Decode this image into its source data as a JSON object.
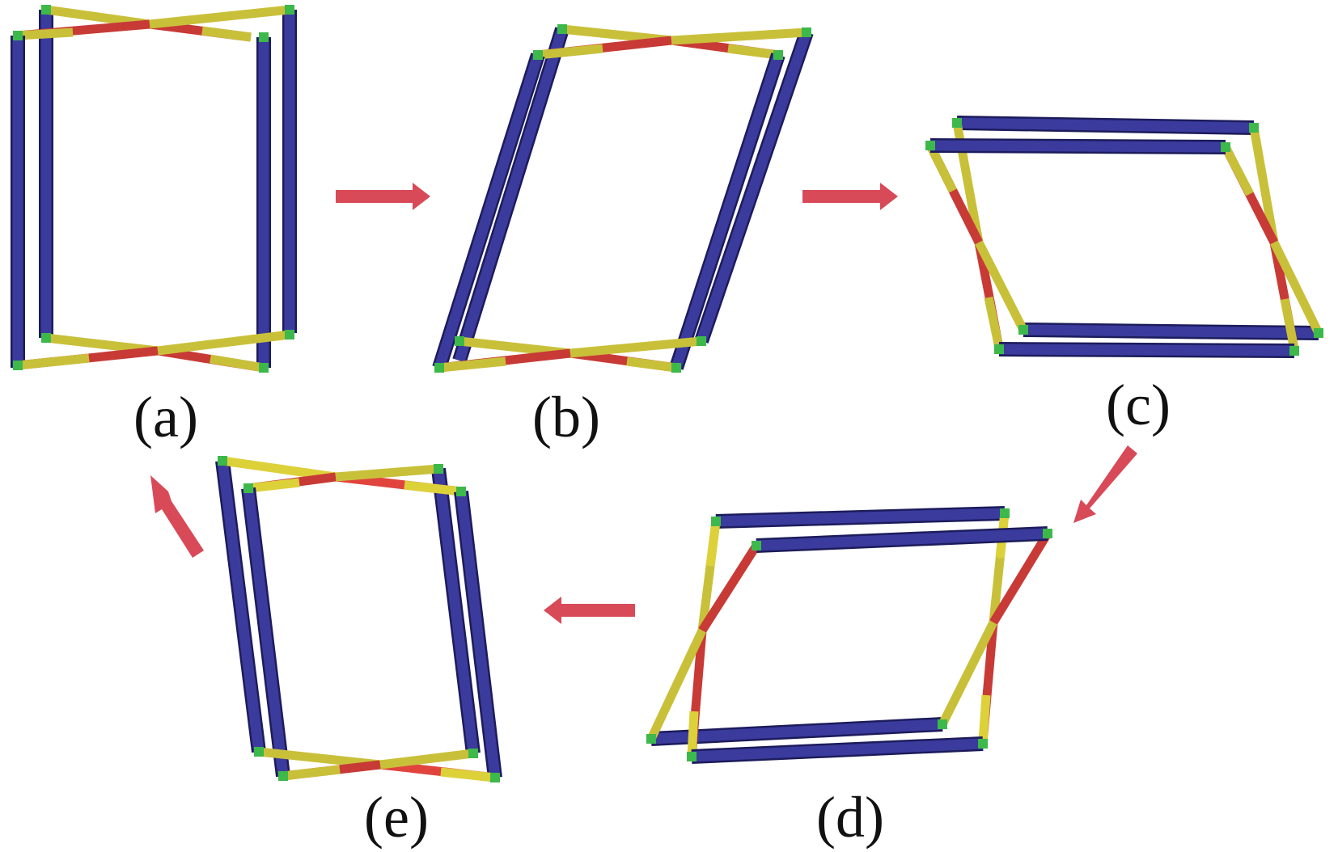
{
  "figure": {
    "panels": [
      {
        "id": "a",
        "label": "(a)"
      },
      {
        "id": "b",
        "label": "(b)"
      },
      {
        "id": "c",
        "label": "(c)"
      },
      {
        "id": "d",
        "label": "(d)"
      },
      {
        "id": "e",
        "label": "(e)"
      }
    ],
    "sequence": [
      "a",
      "b",
      "c",
      "d",
      "e",
      "a"
    ],
    "colors": {
      "beam": "#3b3b9e",
      "beam_edge": "#1c1c5c",
      "strut_red": "#c83a36",
      "strut_yellow": "#c9c03a",
      "joint": "#3db84a",
      "arrow": "#d84a58"
    }
  }
}
